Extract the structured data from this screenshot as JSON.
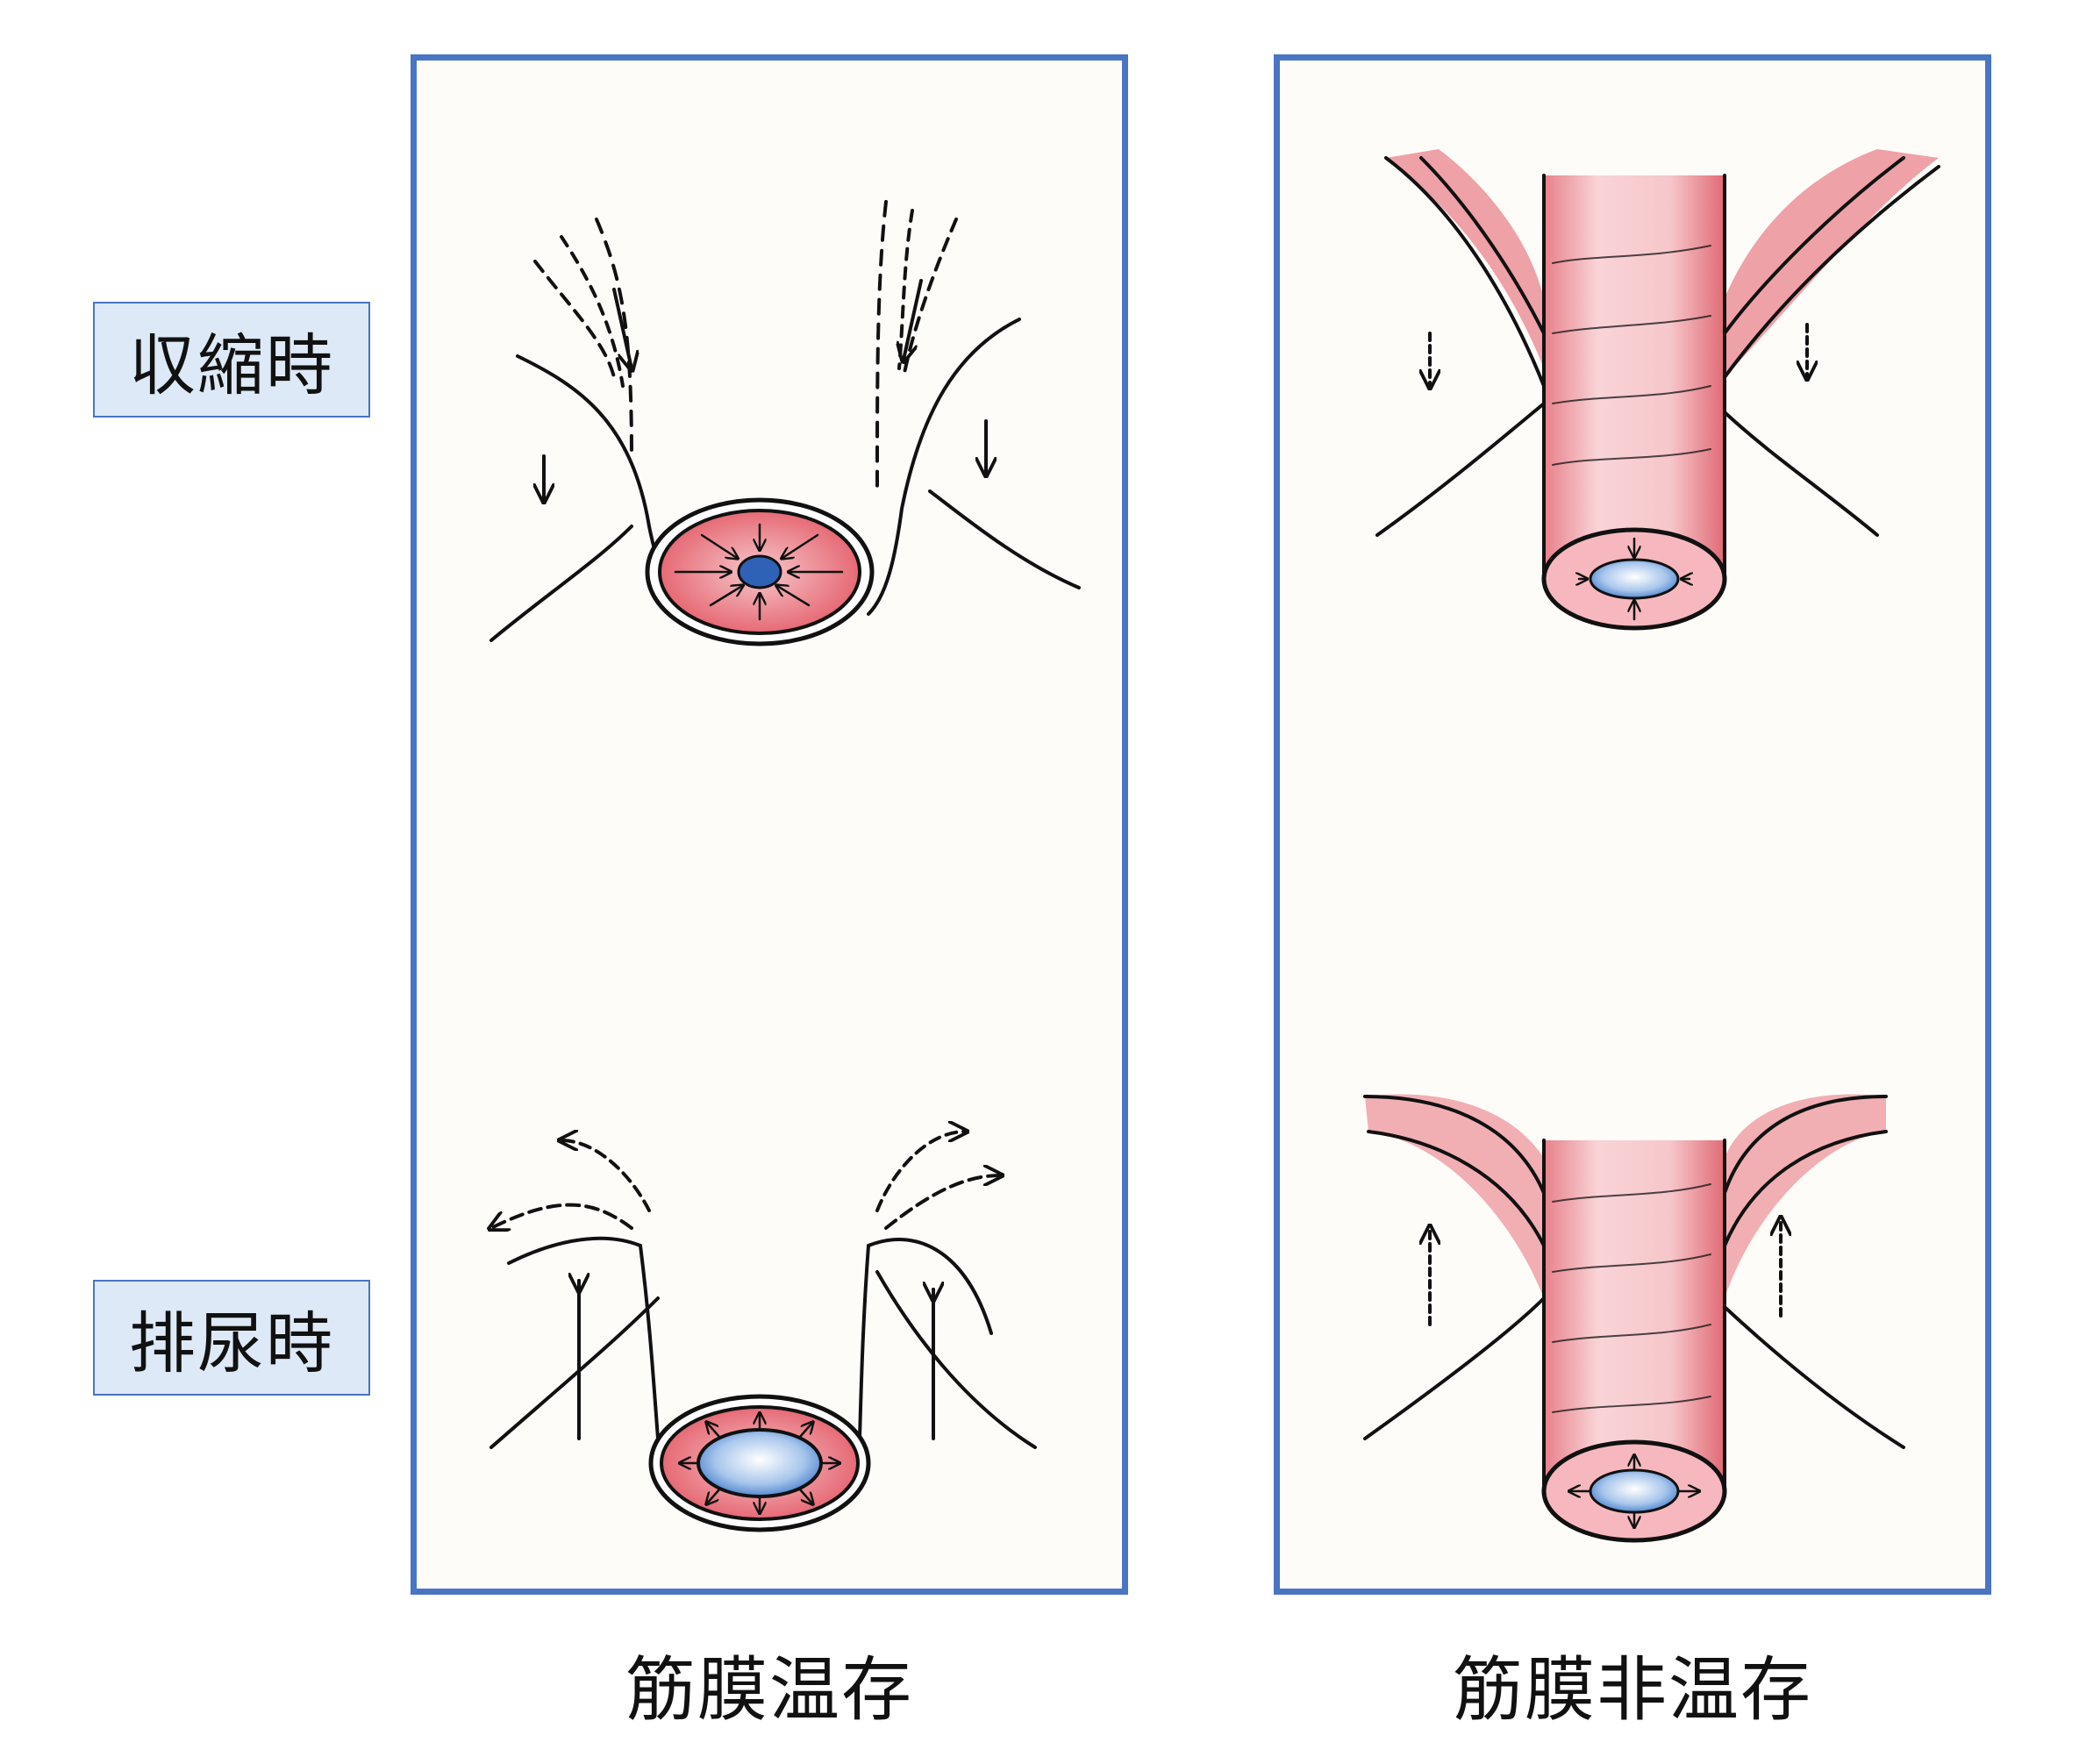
{
  "row_labels": {
    "contraction": "収縮時",
    "voiding": "排尿時"
  },
  "captions": {
    "fascia_preserved": "筋膜温存",
    "fascia_not_preserved": "筋膜非温存"
  },
  "colors": {
    "frame": "#4a74c4",
    "label_fill": "#dde9f6",
    "muscle_red": "#e05a66",
    "muscle_pink": "#f4b6bc",
    "lumen_blue": "#3d78c8",
    "ink": "#111111"
  }
}
